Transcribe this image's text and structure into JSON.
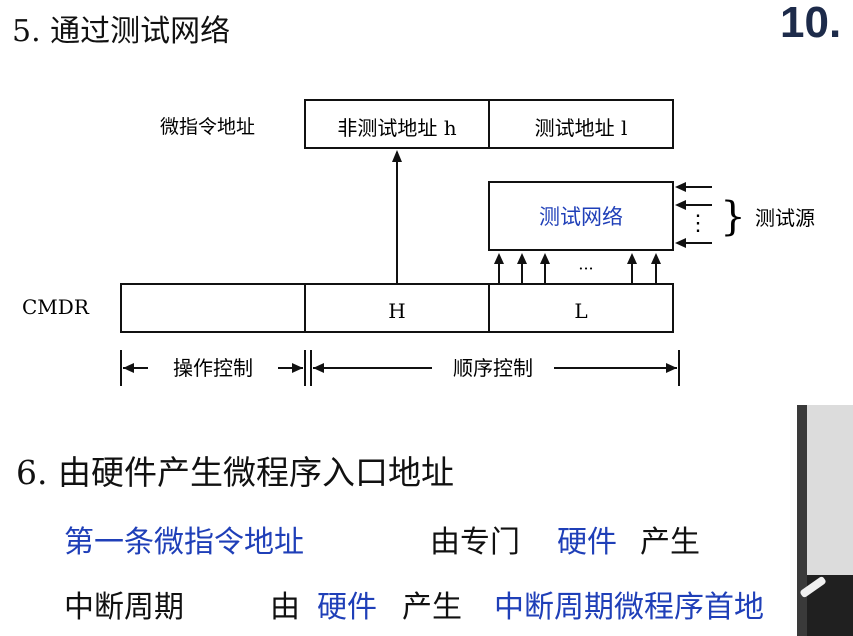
{
  "slide": {
    "title5": "5. 通过测试网络",
    "chapter": "10.",
    "title6": "6. 由硬件产生微程序入口地址",
    "row1": {
      "a": "第一条微指令地址",
      "b": "由专门",
      "c": "硬件",
      "d": "产生"
    },
    "row2": {
      "a": "中断周期",
      "b": "由",
      "c": "硬件",
      "d": "产生",
      "e": "中断周期微程序首地"
    }
  },
  "diagram": {
    "addr_label": "微指令地址",
    "addr_h": "非测试地址 h",
    "addr_l": "测试地址 l",
    "test_net": "测试网络",
    "test_src": "测试源",
    "cmdr": "CMDR",
    "h": "H",
    "l": "L",
    "op_ctrl": "操作控制",
    "seq_ctrl": "顺序控制",
    "dots": "···",
    "vdots": "⋮",
    "brace": "}"
  },
  "colors": {
    "blue": "#1f3fb8",
    "chapter": "#1d2b4a"
  }
}
